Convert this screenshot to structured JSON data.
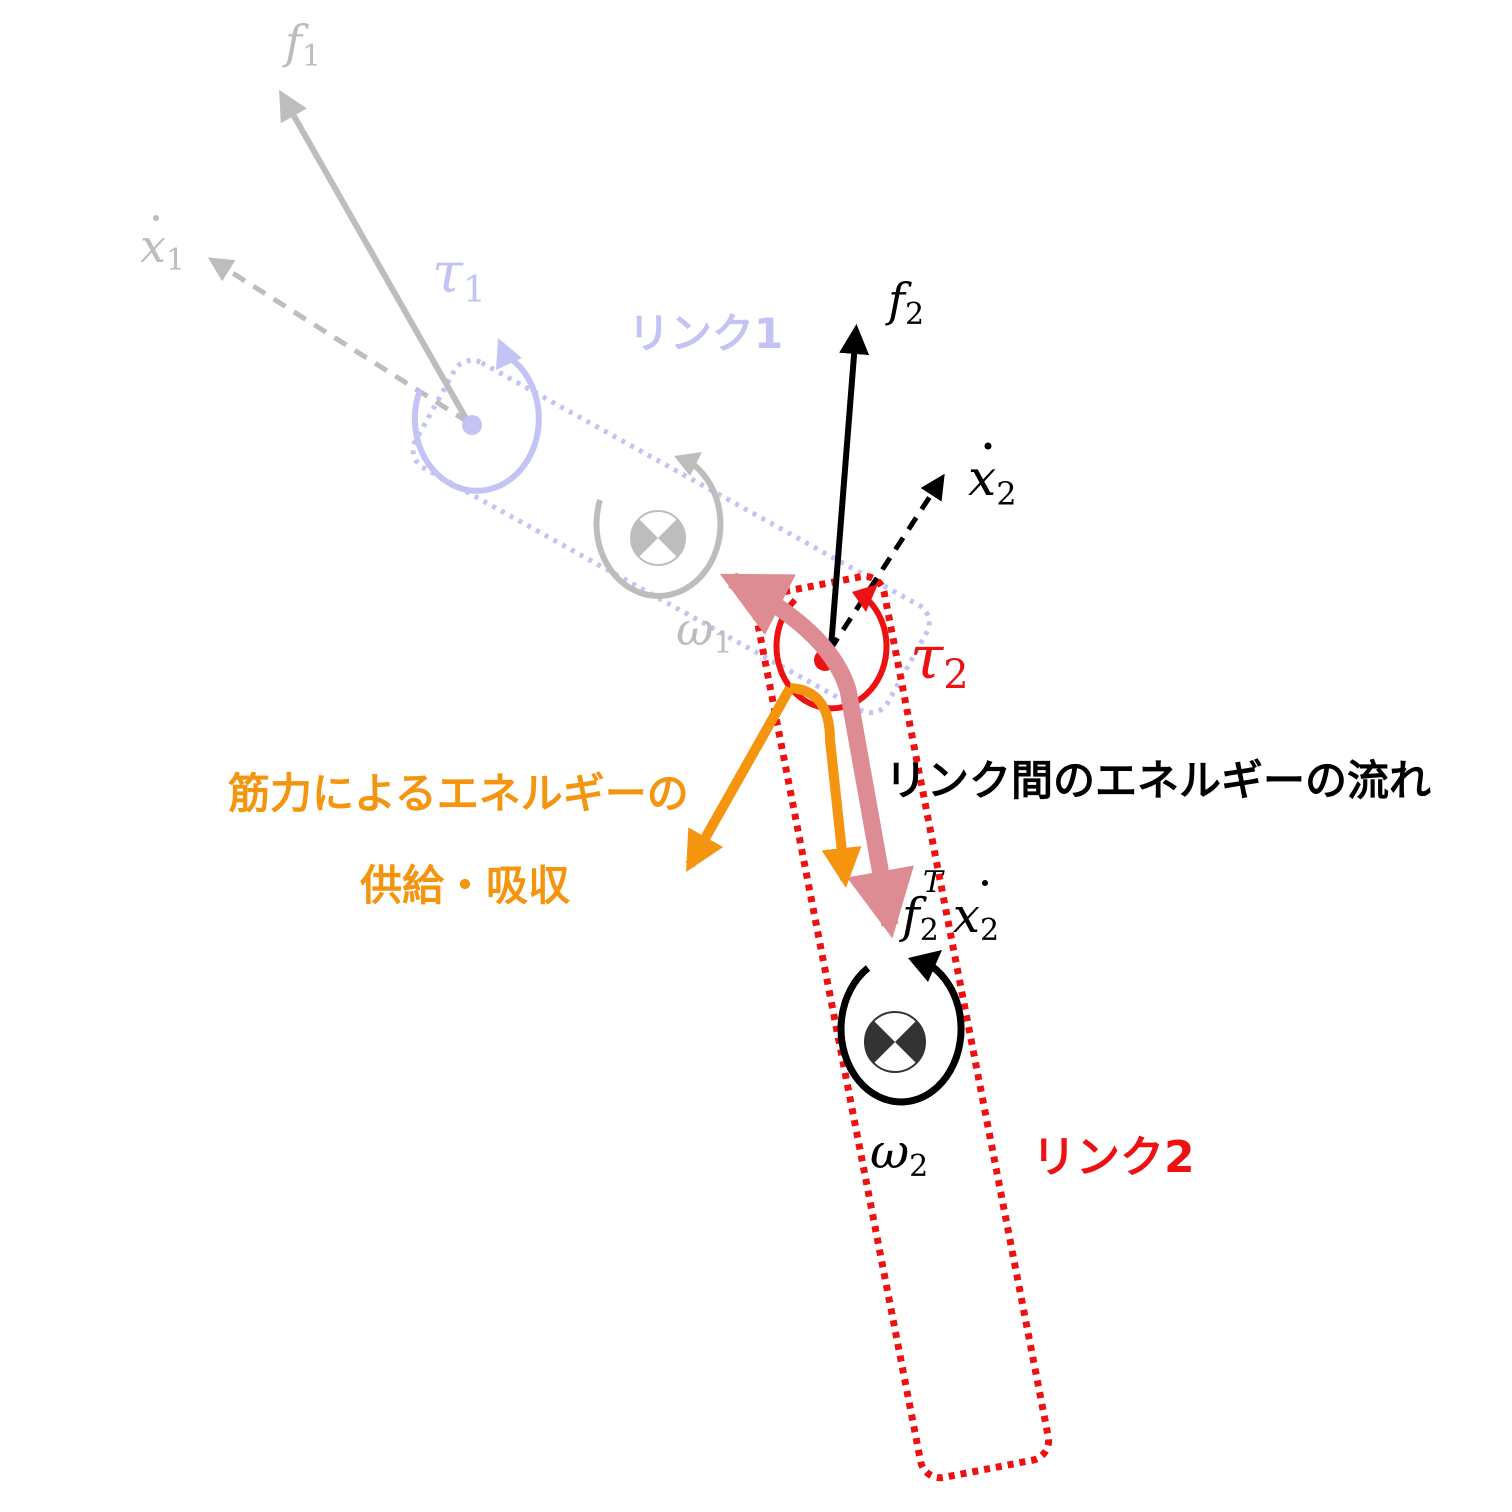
{
  "labels": {
    "f1": "f",
    "f1_sub": "1",
    "xdot1": "x",
    "xdot1_sub": "1",
    "tau1": "τ",
    "tau1_sub": "1",
    "link1": "リンク1",
    "omega1": "ω",
    "omega1_sub": "1",
    "f2": "f",
    "f2_sub": "2",
    "xdot2": "x",
    "xdot2_sub": "2",
    "tau2": "τ",
    "tau2_sub": "2",
    "energy_flow": "リンク間のエネルギーの流れ",
    "muscle_line1": "筋力によるエネルギーの",
    "muscle_line2": "供給・吸収",
    "power_f": "f",
    "power_f_sub": "2",
    "power_f_sup": "T",
    "power_x": "x",
    "power_x_sub": "2",
    "omega2": "ω",
    "omega2_sub": "2",
    "link2": "リンク2"
  },
  "colors": {
    "gray": "#bdbdbd",
    "lavender": "#c4c4f4",
    "red": "#ee1111",
    "pink": "#dc8c92",
    "orange": "#f5950f",
    "black": "#000000"
  }
}
